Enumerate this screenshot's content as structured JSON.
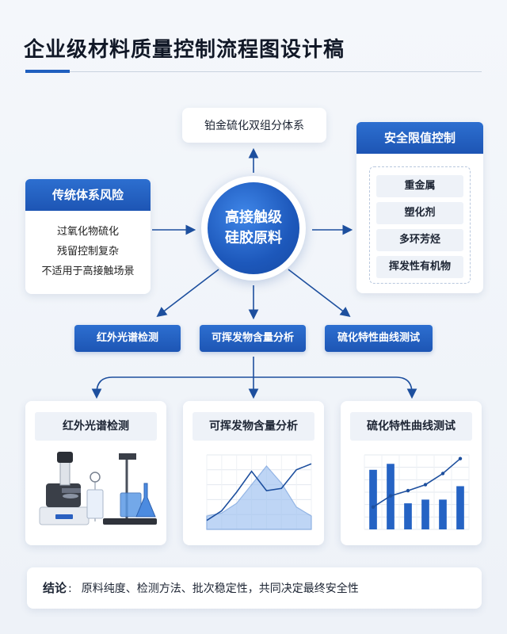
{
  "title": "企业级材料质量控制流程图设计稿",
  "top_box": "铂金硫化双组分体系",
  "center": {
    "line1": "高接触级",
    "line2": "硅胶原料"
  },
  "risk": {
    "header": "传统体系风险",
    "items": [
      "过氧化物硫化",
      "残留控制复杂",
      "不适用于高接触场景"
    ]
  },
  "control": {
    "header": "安全限值控制",
    "items": [
      "重金属",
      "塑化剂",
      "多环芳烃",
      "挥发性有机物"
    ]
  },
  "methods": [
    "红外光谱检测",
    "可挥发物含量分析",
    "硫化特性曲线测试"
  ],
  "panels": [
    {
      "label": "红外光谱检测"
    },
    {
      "label": "可挥发物含量分析"
    },
    {
      "label": "硫化特性曲线测试"
    }
  ],
  "conclusion": {
    "label": "结论",
    "colon": ":",
    "text": "原料纯度、检测方法、批次稳定性，共同决定最终安全性"
  },
  "colors": {
    "brand": "#1d58bb",
    "accent": "#2d6fd0",
    "background": "#f1f5fa"
  },
  "chart_data": [
    {
      "type": "area",
      "series": [
        {
          "values": [
            0.18,
            0.22,
            0.35,
            0.6,
            0.85,
            0.62,
            0.3,
            0.18
          ]
        },
        {
          "values": [
            0.12,
            0.25,
            0.5,
            0.78,
            0.52,
            0.55,
            0.8,
            0.88
          ]
        }
      ],
      "ylim": [
        0,
        1
      ],
      "grid": true
    },
    {
      "type": "bar",
      "values": [
        0.8,
        0.88,
        0.35,
        0.4,
        0.4,
        0.58
      ],
      "line": [
        0.3,
        0.45,
        0.52,
        0.6,
        0.75,
        0.95
      ],
      "ylim": [
        0,
        1
      ],
      "grid": true
    }
  ]
}
